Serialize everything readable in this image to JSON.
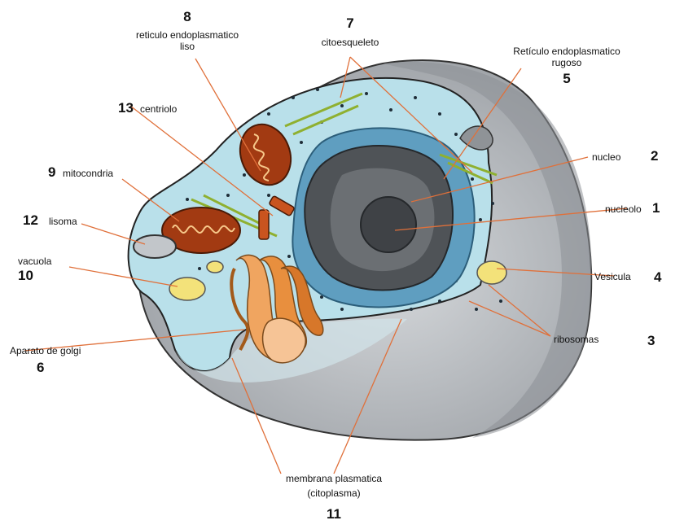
{
  "labels": {
    "nucleolo": {
      "num": "1",
      "text": "nucleolo"
    },
    "nucleo": {
      "num": "2",
      "text": "nucleo"
    },
    "ribosomas": {
      "num": "3",
      "text": "ribosomas"
    },
    "vesicula": {
      "num": "4",
      "text": "Vesicula"
    },
    "rer": {
      "num": "5",
      "text1": "Retículo endoplasmatico",
      "text2": "rugoso"
    },
    "golgi": {
      "num": "6",
      "text": "Aparato de golgi"
    },
    "citoesqueleto": {
      "num": "7",
      "text": "citoesqueleto"
    },
    "rel": {
      "num": "8",
      "text1": "reticulo endoplasmatico",
      "text2": "liso"
    },
    "mitocondria": {
      "num": "9",
      "text": "mitocondria"
    },
    "vacuola": {
      "num": "10",
      "text": "vacuola"
    },
    "membrana": {
      "num": "11",
      "text1": "membrana plasmatica",
      "text2": "(citoplasma)"
    },
    "lisoma": {
      "num": "12",
      "text": "lisoma"
    },
    "centriolo": {
      "num": "13",
      "text": "centriolo"
    }
  },
  "colors": {
    "cytoplasm": "#b9e0ea",
    "outer_cell": "#a9adb2",
    "nucleus": "#4f5357",
    "mitochondria": "#a23a12",
    "golgi": "#f0a560",
    "vesicle": "#f3e27a",
    "leader_line": "#e0703a"
  }
}
